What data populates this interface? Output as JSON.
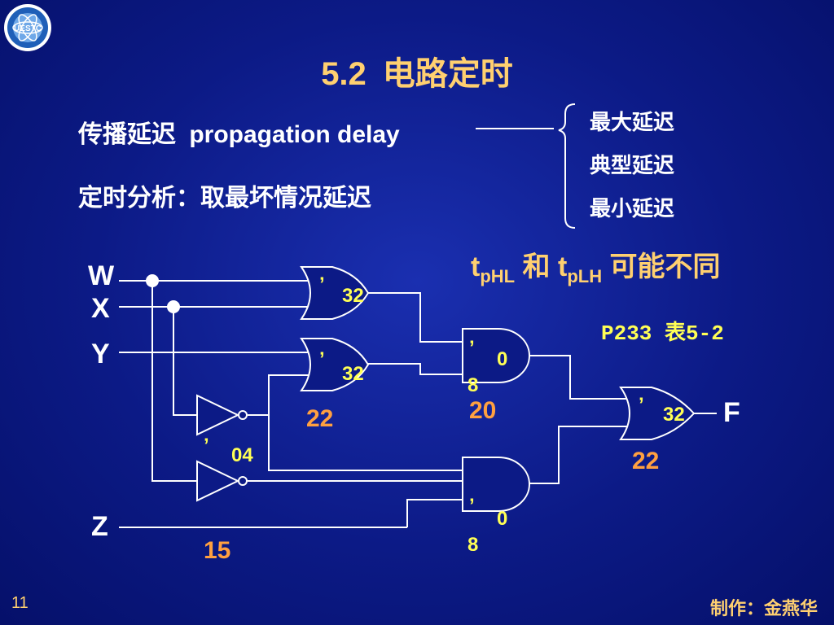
{
  "logo": {
    "text": "UESTC"
  },
  "slide": {
    "title_number": "5.2",
    "title_text": "电路定时",
    "prop_delay_cn": "传播延迟",
    "prop_delay_en": "propagation  delay",
    "worst_case": "定时分析：取最坏情况延迟",
    "delay_options": [
      "最大延迟",
      "典型延迟",
      "最小延迟"
    ],
    "tphl_main": "t",
    "tphl_sub": "pHL",
    "and_word": "和",
    "tplh_main": "t",
    "tplh_sub": "pLH",
    "maybe_diff": "可能不同",
    "table_ref": "P233   表5-2",
    "page_number": "11",
    "author": "制作：金燕华"
  },
  "circuit": {
    "inputs": [
      "W",
      "X",
      "Y",
      "Z"
    ],
    "output": "F",
    "gate_labels": {
      "or1": {
        "comma": "’",
        "code": "32"
      },
      "or2": {
        "comma": "’",
        "code": "32"
      },
      "and1": {
        "comma": "’",
        "code_a": "0",
        "code_b": "8"
      },
      "inv": {
        "comma": "’",
        "code": "04"
      },
      "and2": {
        "comma": "’",
        "code_a": "0",
        "code_b": "8"
      },
      "or3": {
        "comma": "’",
        "code": "32"
      }
    },
    "delays": {
      "path_or2": "22",
      "path_and1": "20",
      "path_or3": "22",
      "path_z": "15"
    }
  },
  "colors": {
    "background": "#0c1a86",
    "title": "#ffd070",
    "code": "#ffff55",
    "delay": "#ffa040",
    "wire": "#ffffff"
  }
}
